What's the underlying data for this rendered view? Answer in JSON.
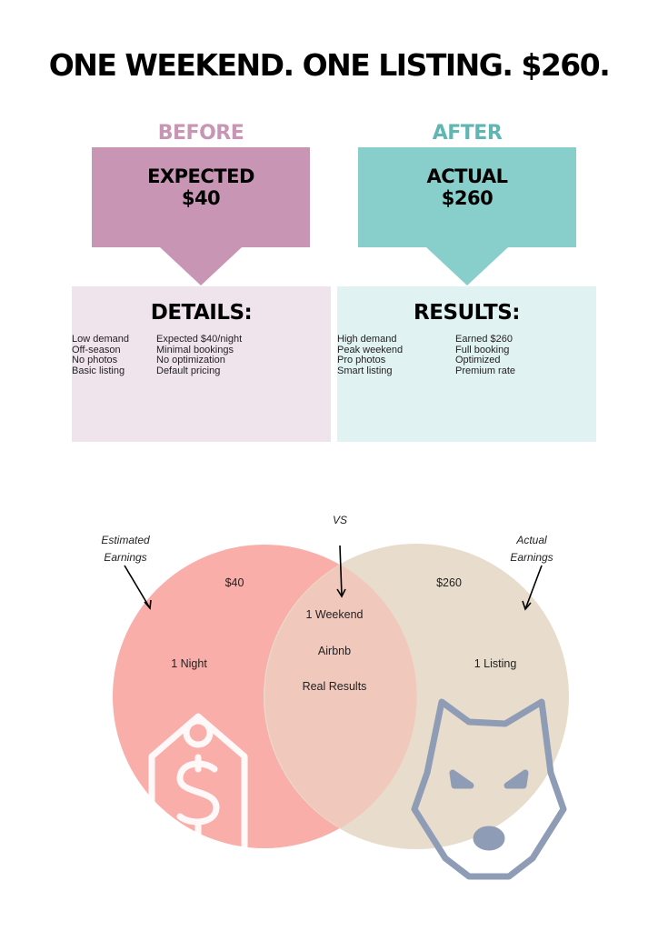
{
  "headline": "ONE WEEKEND. ONE LISTING. $260.",
  "before": {
    "label": "BEFORE",
    "callout_line1": "EXPECTED",
    "callout_line2": "$40",
    "panel_title": "DETAILS:",
    "col1": [
      "Low demand",
      "Off-season",
      "No photos",
      "Basic listing"
    ],
    "col2": [
      "Expected $40/night",
      "Minimal bookings",
      "No optimization",
      "Default pricing"
    ]
  },
  "after": {
    "label": "AFTER",
    "callout_line1": "ACTUAL",
    "callout_line2": "$260",
    "panel_title": "RESULTS:",
    "col1": [
      "High demand",
      "Peak weekend",
      "Pro photos",
      "Smart listing"
    ],
    "col2": [
      "Earned $260",
      "Full booking",
      "Optimized",
      "Premium rate"
    ]
  },
  "venn": {
    "vs_label": "VS",
    "left_annotation_line1": "Estimated",
    "left_annotation_line2": "Earnings",
    "right_annotation_line1": "Actual",
    "right_annotation_line2": "Earnings",
    "left_value": "$40",
    "left_item": "1 Night",
    "right_value": "$260",
    "right_item": "1 Listing",
    "center_items": [
      "1 Weekend",
      "Airbnb",
      "Real Results"
    ],
    "left_icon": "price-tag-dollar-icon",
    "right_icon": "wolf-head-icon"
  },
  "colors": {
    "before_accent": "#c896b4",
    "before_panel": "#f0e4ec",
    "after_accent": "#88cfcb",
    "after_panel": "#e0f2f1",
    "venn_left": "#f9aeaa",
    "venn_right": "#e8dccc",
    "venn_overlap": "#f0c8bc",
    "tag_icon": "#ffffff",
    "wolf_icon": "#8f9cb6"
  }
}
